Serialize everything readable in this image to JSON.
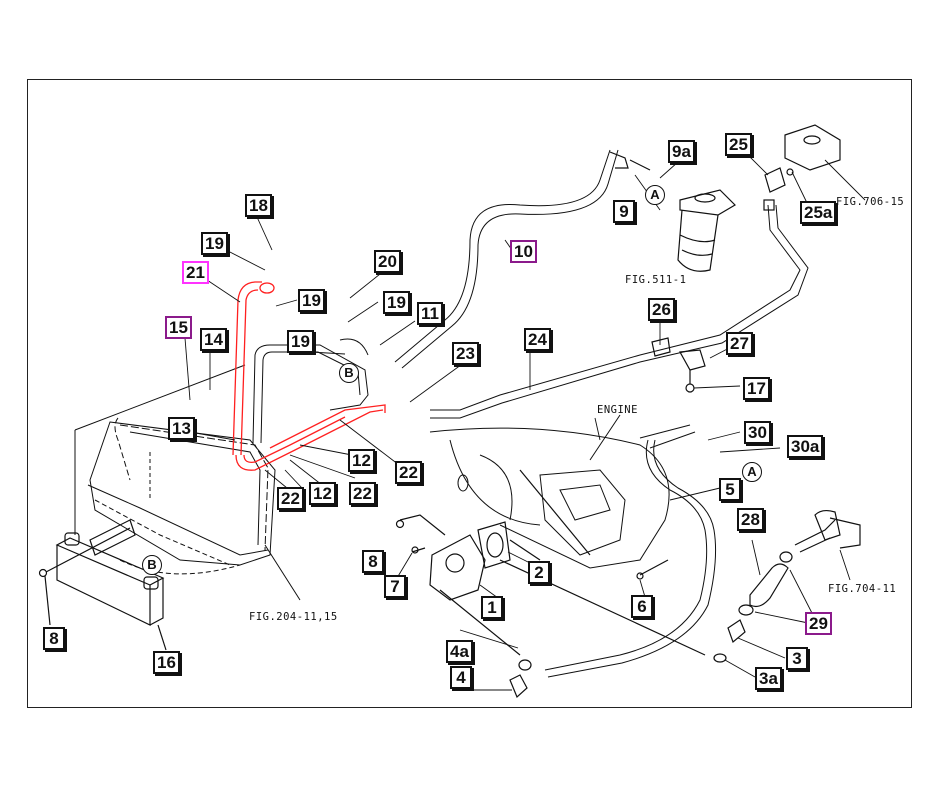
{
  "diagram": {
    "type": "exploded parts diagram",
    "highlight_colors": {
      "selected": "#ff33ff",
      "related": "#8b1a8b",
      "highlighted_part": "#ff2020"
    },
    "text_labels": {
      "engine": "ENGINE",
      "fig_511": "FIG.511-1",
      "fig_706": "FIG.706-15",
      "fig_204": "FIG.204-11,15",
      "fig_704": "FIG.704-11"
    },
    "connectors": {
      "a1": "A",
      "a2": "A",
      "b1": "B",
      "b2": "B"
    },
    "callouts": {
      "c1": "1",
      "c2": "2",
      "c3": "3",
      "c3a": "3a",
      "c4": "4",
      "c4a": "4a",
      "c5": "5",
      "c6": "6",
      "c7": "7",
      "c8a": "8",
      "c8b": "8",
      "c9": "9",
      "c9a": "9a",
      "c10": "10",
      "c11": "11",
      "c12a": "12",
      "c12b": "12",
      "c13": "13",
      "c14": "14",
      "c15": "15",
      "c16": "16",
      "c17": "17",
      "c18": "18",
      "c19a": "19",
      "c19b": "19",
      "c19c": "19",
      "c19d": "19",
      "c20": "20",
      "c21": "21",
      "c22a": "22",
      "c22b": "22",
      "c22c": "22",
      "c23": "23",
      "c24": "24",
      "c25": "25",
      "c25a": "25a",
      "c26": "26",
      "c27": "27",
      "c28": "28",
      "c29": "29",
      "c30": "30",
      "c30a": "30a"
    },
    "selected_callout": "21",
    "related_callouts": [
      "15",
      "10",
      "29"
    ]
  }
}
